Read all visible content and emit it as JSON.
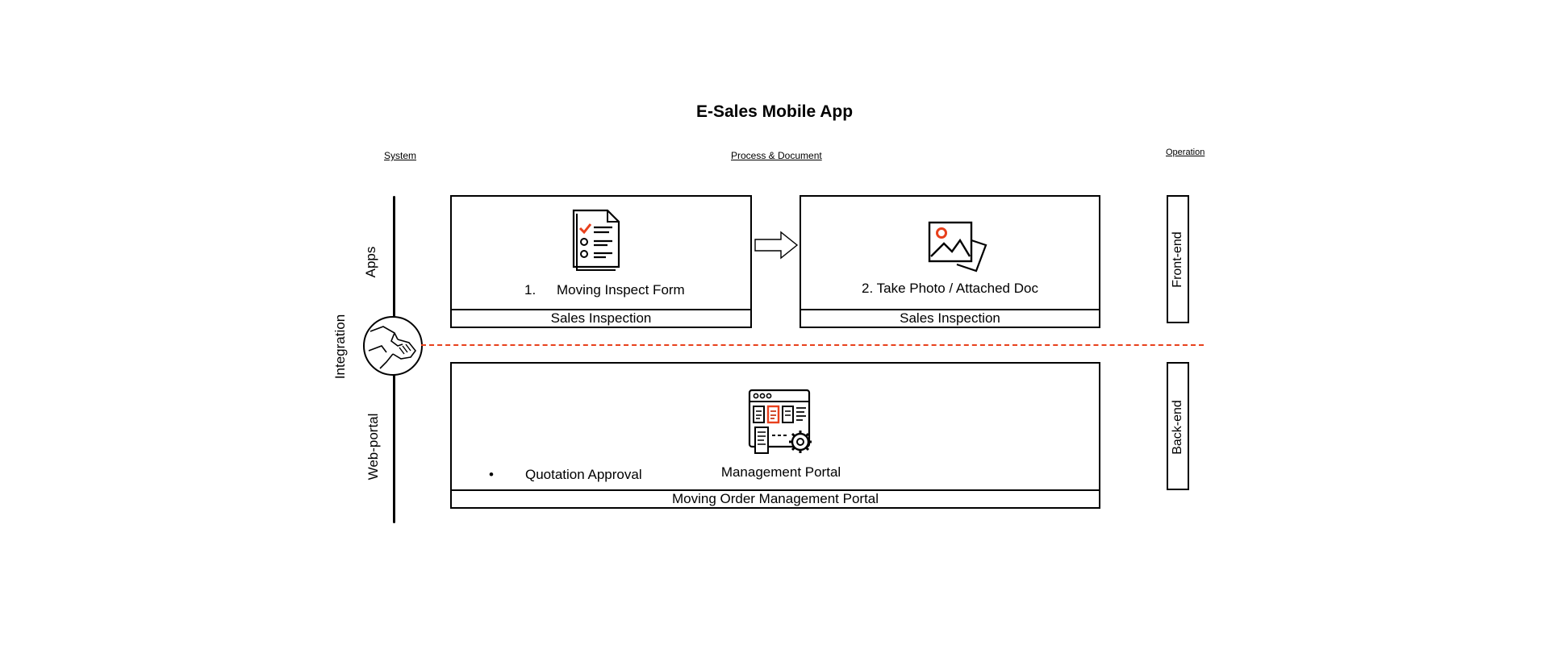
{
  "title": "E-Sales Mobile App",
  "headers": {
    "system": "System",
    "process": "Process & Document",
    "operation": "Operation"
  },
  "system_labels": {
    "apps": "Apps",
    "integration": "Integration",
    "web_portal": "Web-portal"
  },
  "operation_labels": {
    "front_end": "Front-end",
    "back_end": "Back-end"
  },
  "front_boxes": [
    {
      "number": "1.",
      "label": "Moving Inspect Form",
      "footer": "Sales Inspection",
      "icon": "checklist-icon"
    },
    {
      "label": "2. Take Photo / Attached Doc",
      "footer": "Sales Inspection",
      "icon": "photo-icon"
    }
  ],
  "back_box": {
    "bullet": "•",
    "bullet_text": "Quotation Approval",
    "label": "Management Portal",
    "footer": "Moving Order Management Portal",
    "icon": "management-portal-icon"
  },
  "colors": {
    "accent": "#e8401c",
    "line": "#000000",
    "divider": "#e8401c"
  }
}
